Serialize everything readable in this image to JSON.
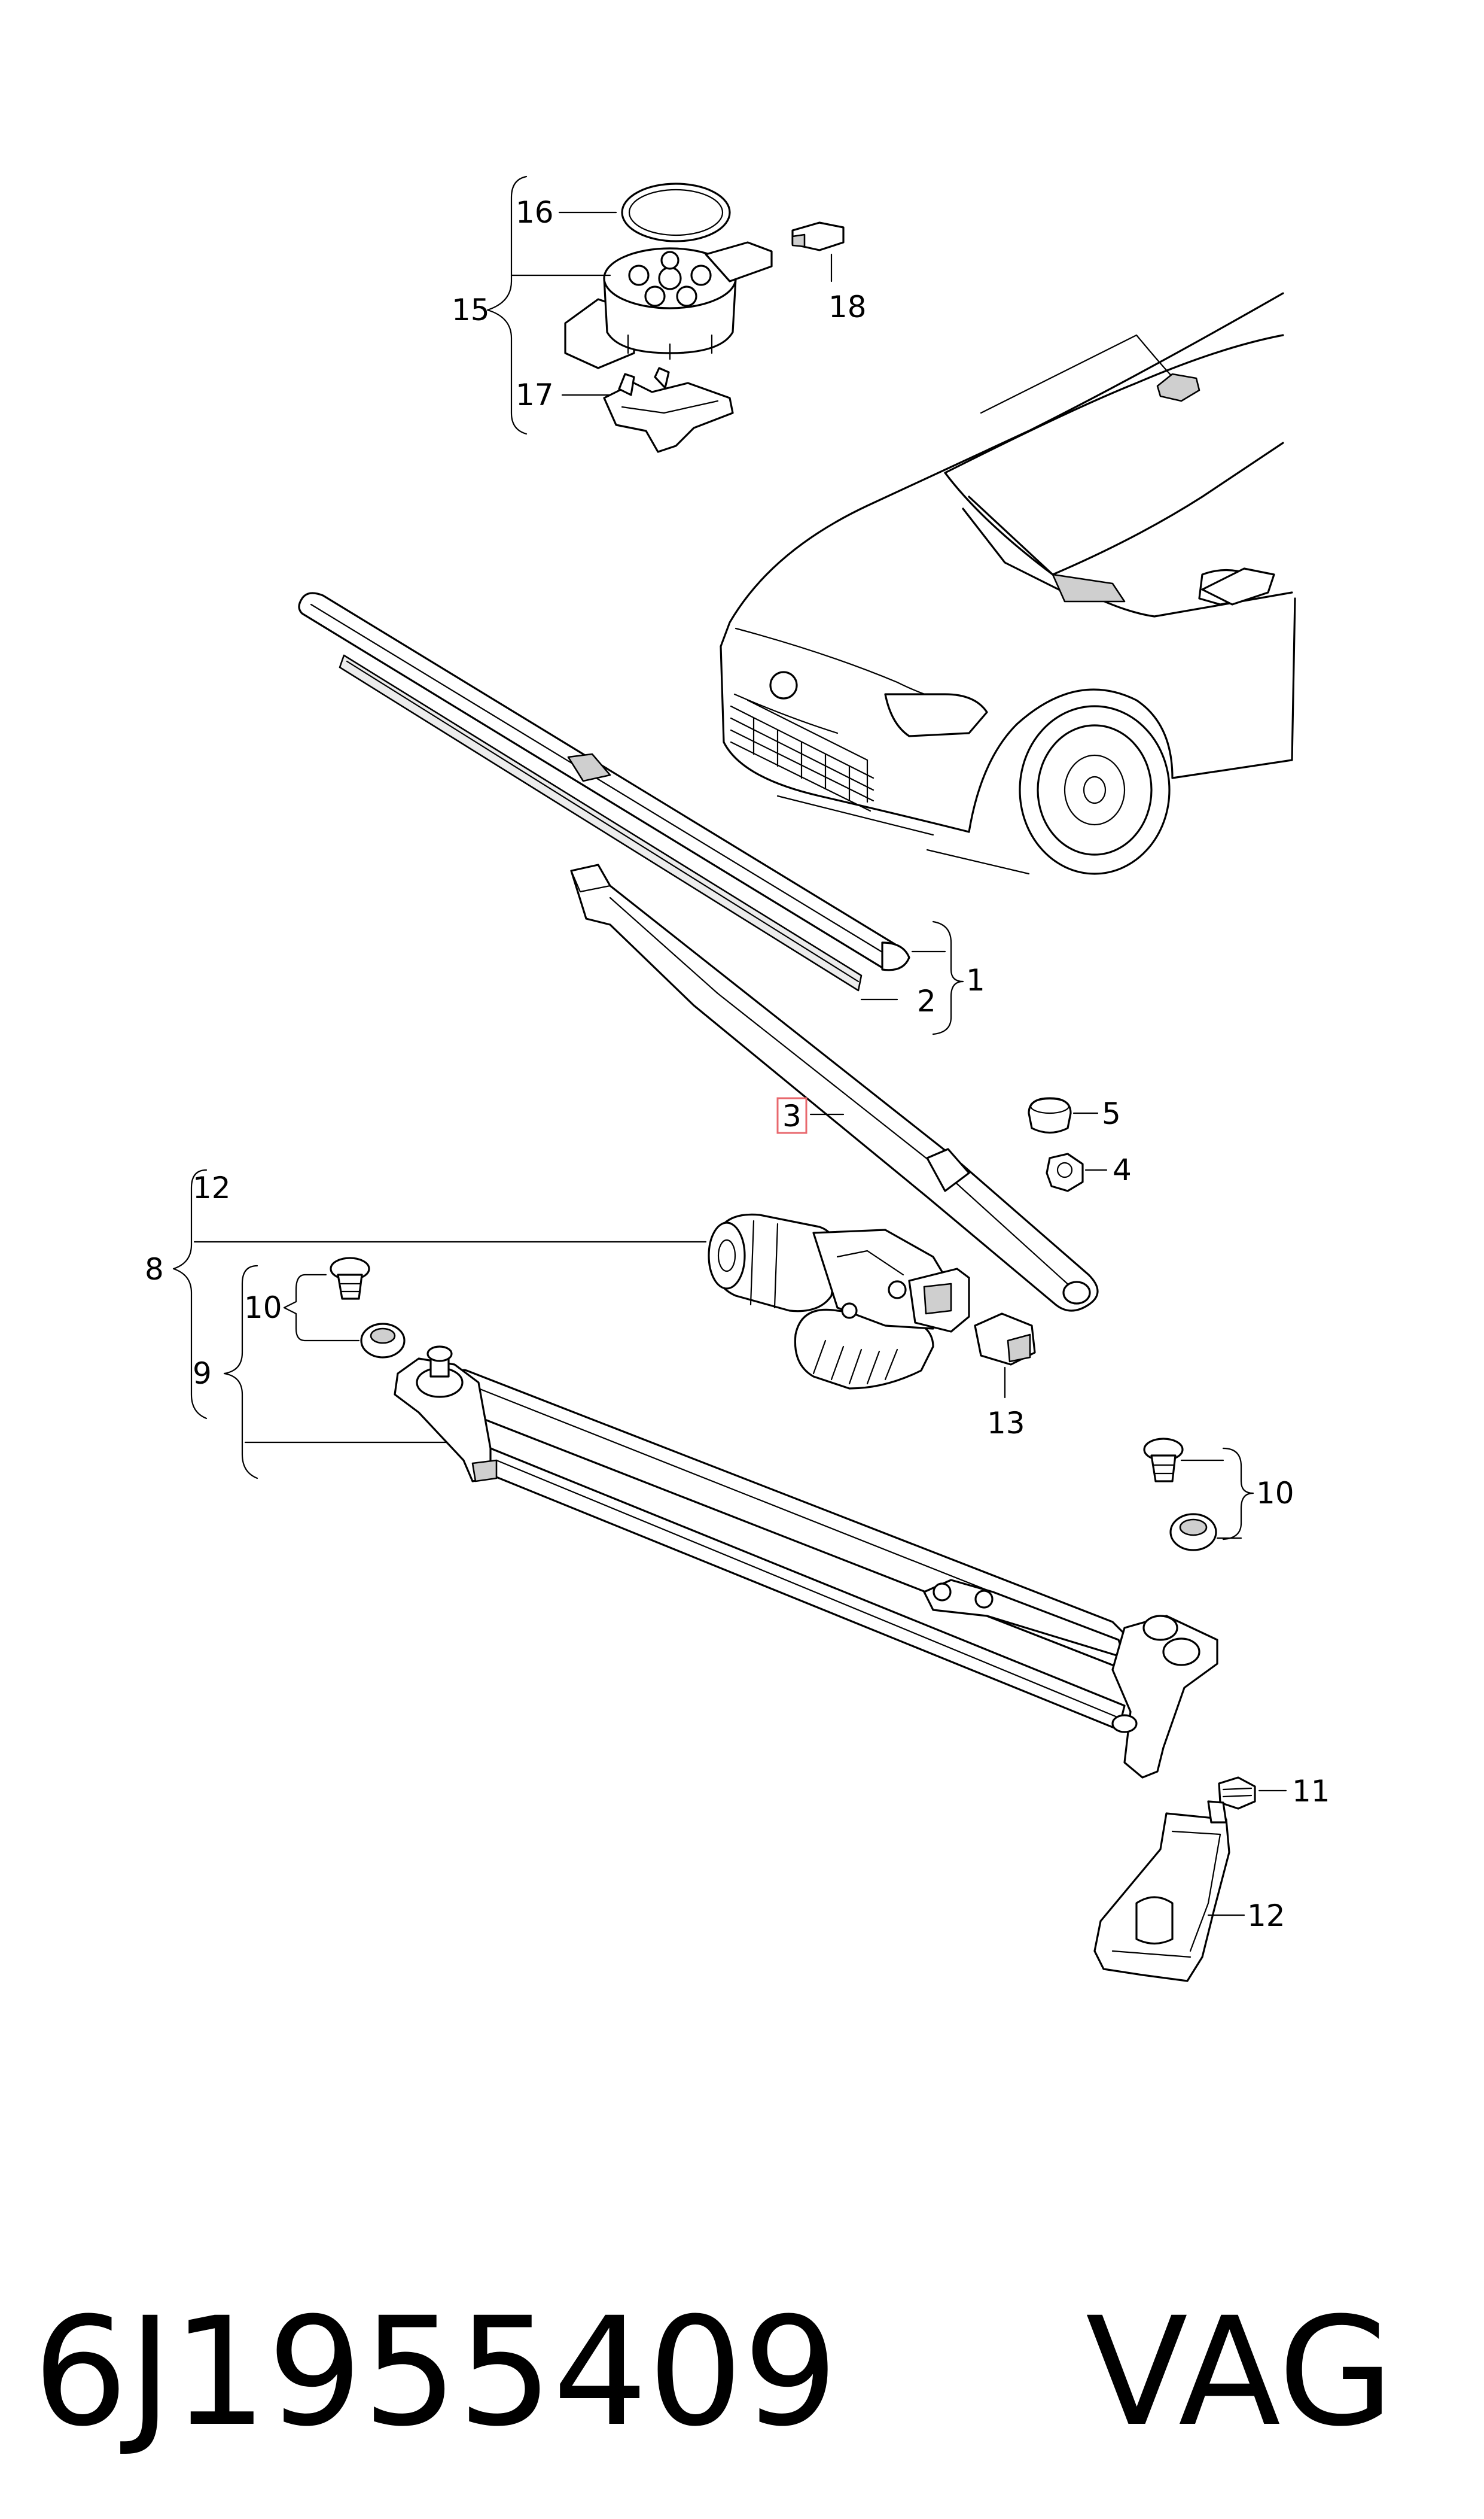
{
  "callouts": {
    "c1": "1",
    "c2": "2",
    "c3": "3",
    "c4": "4",
    "c5": "5",
    "c8": "8",
    "c9": "9",
    "c10a": "10",
    "c10b": "10",
    "c11": "11",
    "c12a": "12",
    "c12b": "12",
    "c13": "13",
    "c15": "15",
    "c16": "16",
    "c17": "17",
    "c18": "18"
  },
  "highlighted_callout": "3",
  "highlight_color": "#e8686e",
  "footer": {
    "part_number": "6J1955409",
    "brand": "VAG"
  }
}
